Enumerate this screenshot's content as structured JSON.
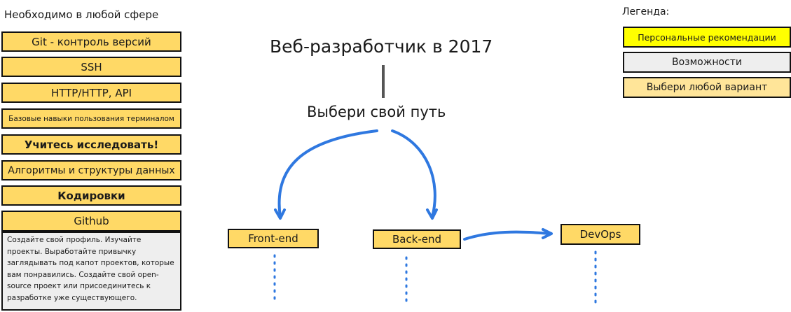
{
  "left": {
    "heading": "Необходимо в любой сфере",
    "items": [
      "Git - контроль версий",
      "SSH",
      "HTTP/HTTP, API",
      "Базовые навыки пользования терминалом",
      "Учитесь исследовать!",
      "Алгоритмы и структуры данных",
      "Кодировки",
      "Github"
    ],
    "github_note": "Создайте свой профиль. Изучайте проекты. Выработайте привычку заглядывать под капот проектов, которые вам понравились. Создайте свой open-source проект или присоединитесь к разработке уже существующего."
  },
  "main": {
    "title": "Веб-разработчик в 2017",
    "subtitle": "Выбери свой путь",
    "paths": [
      "Front-end",
      "Back-end",
      "DevOps"
    ]
  },
  "legend": {
    "title": "Легенда:",
    "items": [
      {
        "label": "Персональные рекомендации",
        "color": "#ffff00"
      },
      {
        "label": "Возможности",
        "color": "#eeeeee"
      },
      {
        "label": "Выбери любой вариант",
        "color": "#ffe599"
      }
    ]
  },
  "colors": {
    "box": "#ffd966",
    "arrow": "#2f78e0"
  }
}
